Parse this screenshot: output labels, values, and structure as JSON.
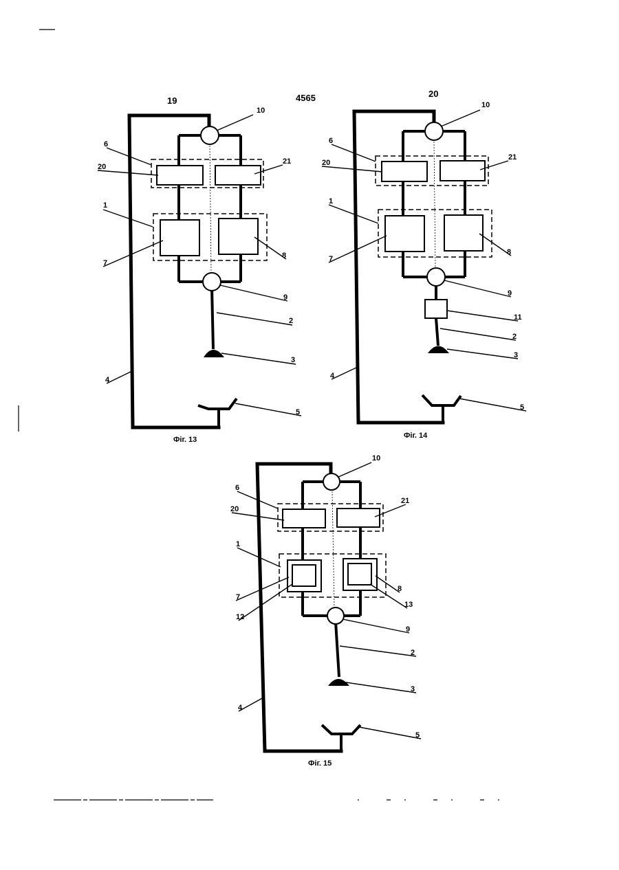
{
  "header": {
    "left_column_number": "19",
    "page_number": "4565",
    "right_column_number": "20"
  },
  "figures": [
    {
      "id": "fig13",
      "caption": "Фіг. 13",
      "labels": {
        "l10": "10",
        "l6": "6",
        "l20": "20",
        "l21": "21",
        "l1": "1",
        "l7": "7",
        "l8": "8",
        "l9": "9",
        "l2": "2",
        "l3": "3",
        "l4": "4",
        "l5": "5"
      }
    },
    {
      "id": "fig14",
      "caption": "Фіг. 14",
      "labels": {
        "l10": "10",
        "l6": "6",
        "l20": "20",
        "l21": "21",
        "l1": "1",
        "l7": "7",
        "l8": "8",
        "l9": "9",
        "l11": "11",
        "l2": "2",
        "l3": "3",
        "l4": "4",
        "l5": "5"
      }
    },
    {
      "id": "fig15",
      "caption": "Фіг. 15",
      "labels": {
        "l10": "10",
        "l6": "6",
        "l20": "20",
        "l21": "21",
        "l1": "1",
        "l7": "7",
        "l12": "12",
        "l8": "8",
        "l13": "13",
        "l9": "9",
        "l2": "2",
        "l3": "3",
        "l4": "4",
        "l5": "5"
      }
    }
  ]
}
